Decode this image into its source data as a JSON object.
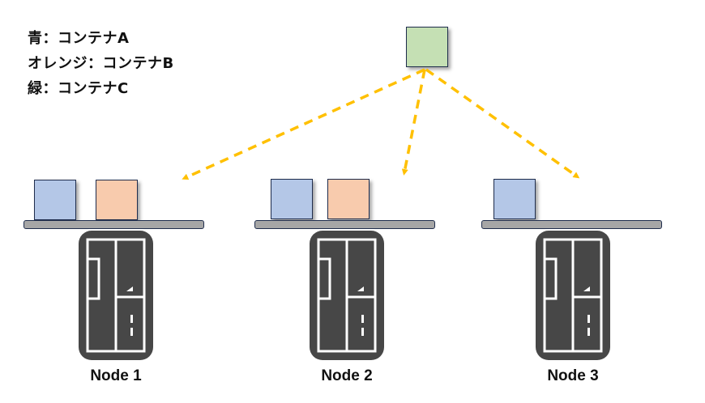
{
  "legend": [
    {
      "text": "青：コンテナA"
    },
    {
      "text": "オレンジ：コンテナB"
    },
    {
      "text": "緑：コンテナC"
    }
  ],
  "colors": {
    "container_a": "#b4c7e7",
    "container_b": "#f8cbad",
    "container_c": "#c5e0b4",
    "arrow": "#ffc000",
    "server": "#474747",
    "shelf": "#a6a6a6",
    "outline": "#1f2d4d"
  },
  "source_container": {
    "type": "C",
    "label": "container-c"
  },
  "nodes": [
    {
      "label": "Node 1",
      "containers": [
        "A",
        "B"
      ]
    },
    {
      "label": "Node 2",
      "containers": [
        "A",
        "B"
      ]
    },
    {
      "label": "Node 3",
      "containers": [
        "A"
      ]
    }
  ],
  "arrows": [
    {
      "from": "container-c",
      "to": "Node 1",
      "style": "dashed"
    },
    {
      "from": "container-c",
      "to": "Node 2",
      "style": "dashed"
    },
    {
      "from": "container-c",
      "to": "Node 3",
      "style": "dashed"
    }
  ]
}
